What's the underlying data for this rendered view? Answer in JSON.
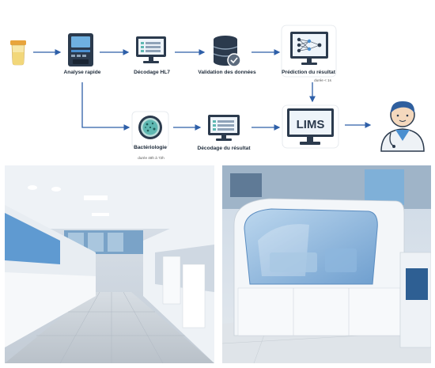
{
  "diagram": {
    "nodes": {
      "analyse": {
        "label": "Analyse rapide"
      },
      "hl7": {
        "label": "Décodage HL7"
      },
      "validation": {
        "label": "Validation des données"
      },
      "prediction": {
        "label": "Prédiction du résultat",
        "note": "durée < 1s"
      },
      "bacterio": {
        "label": "Bactériologie",
        "note": "durée 48h à 72h"
      },
      "decodage_resultat": {
        "label": "Décodage du résultat"
      },
      "lims": {
        "label": "LIMS"
      }
    }
  },
  "colors": {
    "arrow": "#2e5fa8",
    "icon_dark": "#2b3a4d",
    "icon_blue": "#4a8fd0",
    "icon_teal": "#5fb8b2",
    "tube_yellow": "#f2d77a",
    "tube_orange": "#e8a43c"
  }
}
